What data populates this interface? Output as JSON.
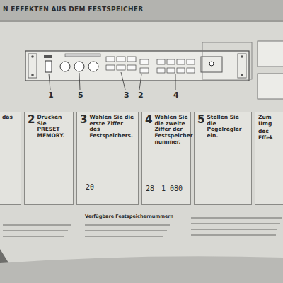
{
  "diagram": {
    "title": "N EFFEKTEN AUS DEM FESTSPEICHER",
    "nodes": [
      {
        "text": [
          "das"
        ]
      },
      {
        "text": [
          "2",
          "Drücken Sie PRESET MEMORY."
        ]
      },
      {
        "text": [
          "3",
          "Wählen Sie die erste Ziffer des Festspeichers."
        ]
      },
      {
        "text": [
          "4",
          "Wählen Sie die zweite Ziffer der Festspeicher nummer."
        ]
      },
      {
        "text": [
          "5",
          "Stellen Sie die Pegelregler ein."
        ]
      },
      {
        "text": [
          "Zum Umg",
          "des Effek"
        ]
      }
    ],
    "labels": [
      "1",
      "5",
      "3",
      "2",
      "4",
      "20",
      "28",
      "1",
      "080",
      "Verfügbare Festspeichernummern"
    ]
  }
}
